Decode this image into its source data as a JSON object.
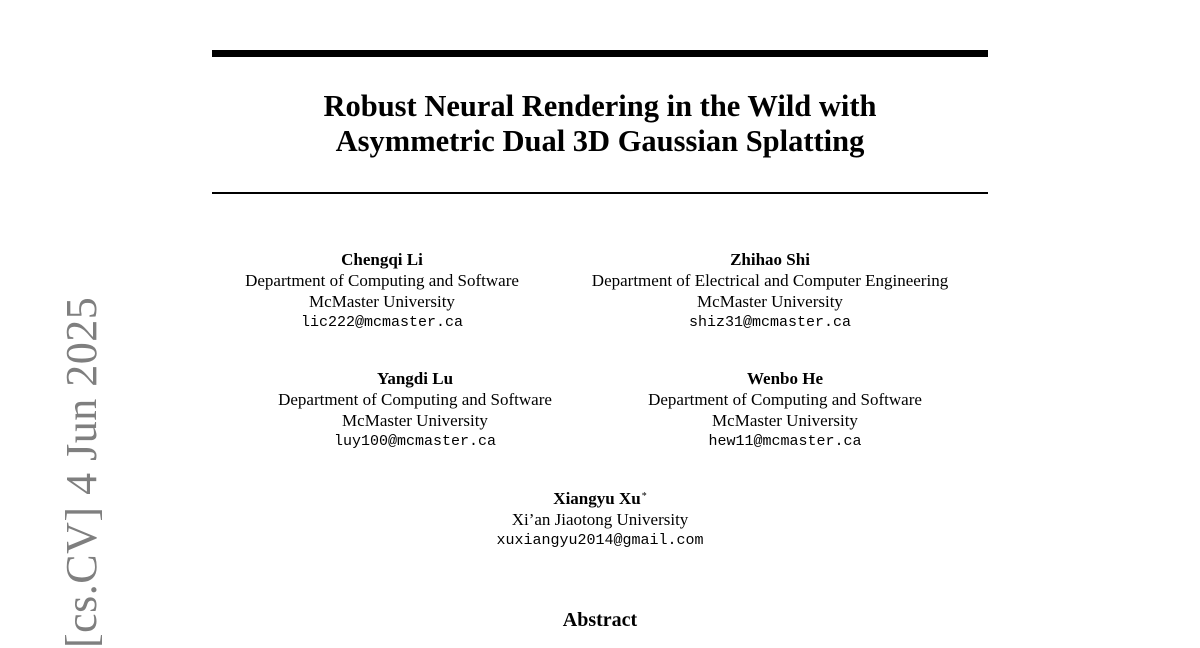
{
  "title": {
    "line1": "Robust Neural Rendering in the Wild with",
    "line2": "Asymmetric Dual 3D Gaussian Splatting"
  },
  "authors": [
    {
      "name": "Chengqi Li",
      "dept": "Department of Computing and Software",
      "affiliation": "McMaster University",
      "email": "lic222@mcmaster.ca"
    },
    {
      "name": "Zhihao Shi",
      "dept": "Department of Electrical and Computer Engineering",
      "affiliation": "McMaster University",
      "email": "shiz31@mcmaster.ca"
    },
    {
      "name": "Yangdi Lu",
      "dept": "Department of Computing and Software",
      "affiliation": "McMaster University",
      "email": "luy100@mcmaster.ca"
    },
    {
      "name": "Wenbo He",
      "dept": "Department of Computing and Software",
      "affiliation": "McMaster University",
      "email": "hew11@mcmaster.ca"
    },
    {
      "name": "Xiangyu Xu",
      "mark": "*",
      "affiliation": "Xi’an Jiaotong University",
      "email": "xuxiangyu2014@gmail.com"
    }
  ],
  "abstract_heading": "Abstract",
  "arxiv_stamp": "[cs.CV]  4 Jun 2025"
}
